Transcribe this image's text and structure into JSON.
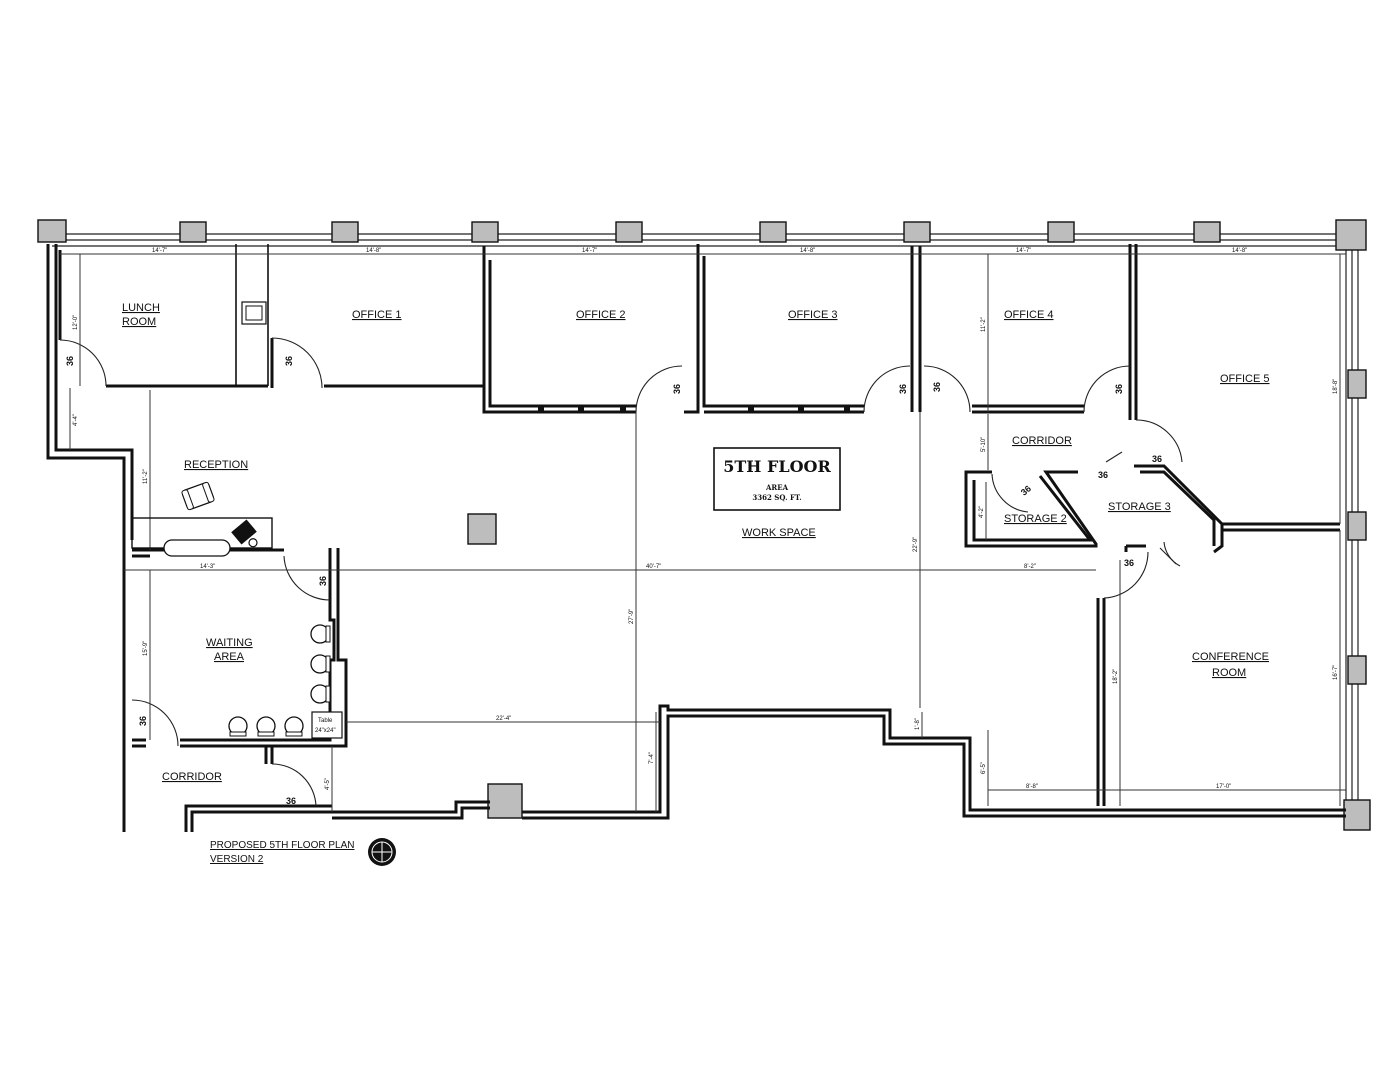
{
  "rooms": {
    "lunch_room": [
      "LUNCH",
      "ROOM"
    ],
    "office_1": "OFFICE 1",
    "office_2": "OFFICE 2",
    "office_3": "OFFICE 3",
    "office_4": "OFFICE 4",
    "office_5": "OFFICE 5",
    "reception": "RECEPTION",
    "corridor_upper": "CORRIDOR",
    "storage_2": "STORAGE 2",
    "storage_3": "STORAGE 3",
    "work_space": "WORK SPACE",
    "waiting_area": [
      "WAITING",
      "AREA"
    ],
    "conference_room": [
      "CONFERENCE",
      "ROOM"
    ],
    "corridor_lower": "CORRIDOR"
  },
  "floor_box": {
    "title": "5TH FLOOR",
    "area_label": "AREA",
    "area_value": "3362 SQ. FT."
  },
  "door_widths": {
    "lunch": "36",
    "office_1": "36",
    "office_2": "36",
    "office_3": "36",
    "office_4": "36",
    "office_5": "36",
    "storage_2": "36",
    "storage_3": "36",
    "corridor_upper": "36",
    "conference": "36",
    "waiting": "36",
    "corridor_lower_left": "36",
    "corridor_lower": "36"
  },
  "dimensions": {
    "top_1": "14'-7\"",
    "top_2": "14'-8\"",
    "top_3": "14'-7\"",
    "top_4": "14'-8\"",
    "top_5": "14'-7\"",
    "top_6": "14'-8\"",
    "lunch_height": "12'-0\"",
    "lunch_left": "4'-4\"",
    "office4_height": "11'-2\"",
    "corridor_height": "5'-10\"",
    "office5_height": "18'-8\"",
    "reception_height": "11'-2\"",
    "mid_left": "14'-3\"",
    "mid_center": "40'-7\"",
    "mid_right": "8'-2\"",
    "workspace_vertical": "27'-9\"",
    "workspace_right_vertical": "22'-9\"",
    "waiting_height": "15'-9\"",
    "table_run": "22'-4\"",
    "lower_vertical": "7'-4\"",
    "small_vertical": "1'-8\"",
    "corridor_lower_height": "4'-5\"",
    "storage_vertical": "4'-2\"",
    "conference_vertical": "18'-2\"",
    "conference_right": "16'-7\"",
    "bottom_left": "8'-8\"",
    "bottom_right": "17'-0\"",
    "bottom_small": "6'-5\""
  },
  "furniture": {
    "table_label": [
      "Table",
      "24\"x24\""
    ]
  },
  "plan_title": [
    "PROPOSED 5TH FLOOR PLAN",
    "VERSION 2"
  ]
}
